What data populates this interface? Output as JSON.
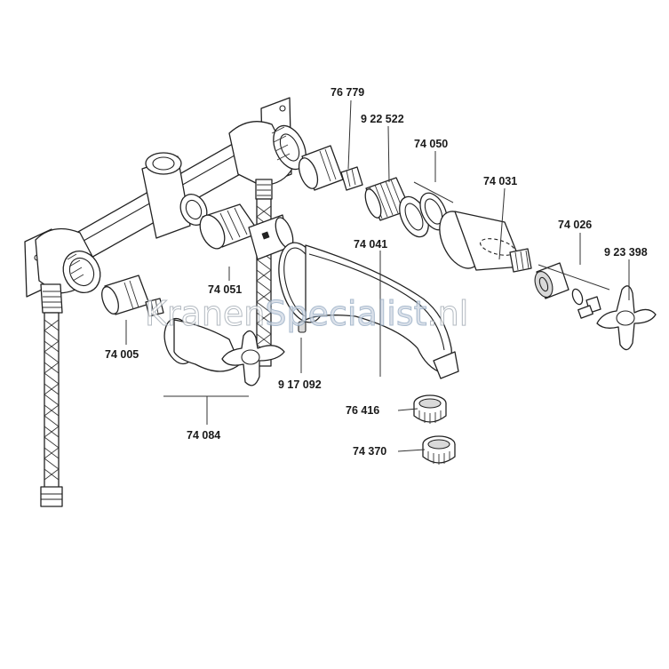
{
  "watermark": {
    "prefix": "Kranen",
    "accent": "Specialist",
    "suffix": ".nl"
  },
  "parts": [
    {
      "id": "76779",
      "label": "76 779"
    },
    {
      "id": "922522",
      "label": "9 22 522"
    },
    {
      "id": "74050",
      "label": "74 050"
    },
    {
      "id": "74031",
      "label": "74 031"
    },
    {
      "id": "74026",
      "label": "74 026"
    },
    {
      "id": "923398",
      "label": "9 23 398"
    },
    {
      "id": "74041",
      "label": "74 041"
    },
    {
      "id": "74051",
      "label": "74 051"
    },
    {
      "id": "74005",
      "label": "74 005"
    },
    {
      "id": "917092",
      "label": "9 17 092"
    },
    {
      "id": "74084",
      "label": "74 084"
    },
    {
      "id": "76416",
      "label": "76 416"
    },
    {
      "id": "74370",
      "label": "74 370"
    }
  ]
}
